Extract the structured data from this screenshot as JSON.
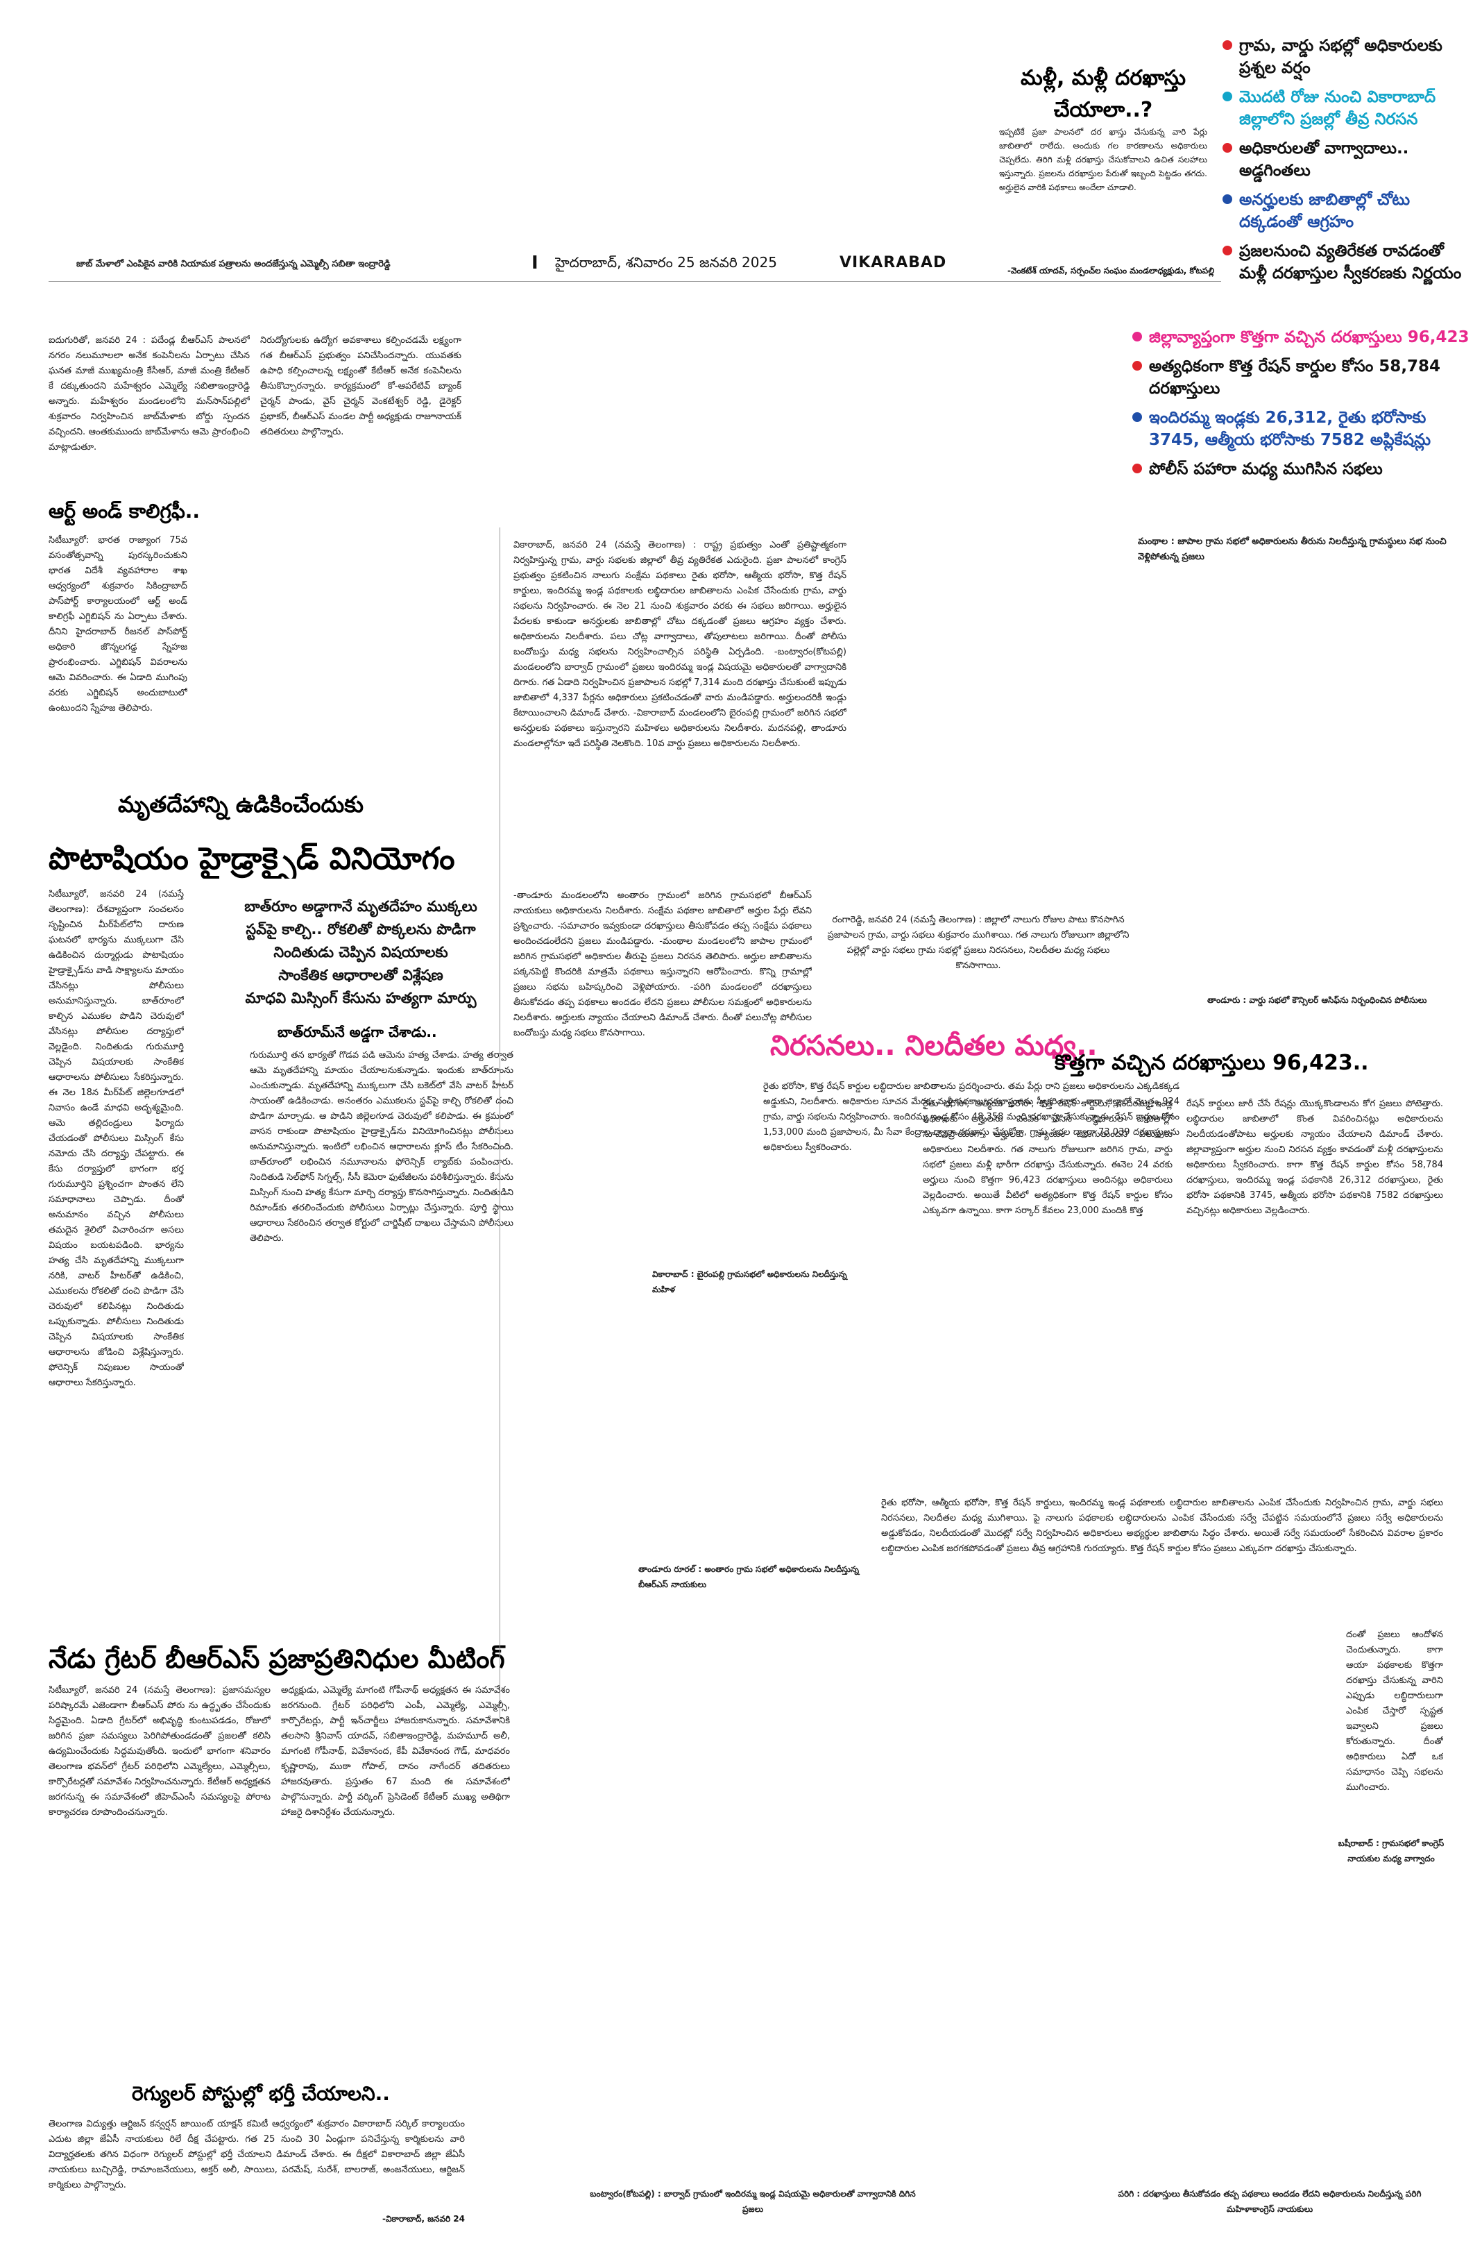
{
  "masthead": {
    "folio_mark": "I",
    "dateline": "హైదరాబాద్, శనివారం 25 జనవరి 2025",
    "edition": "VIKARABAD",
    "top_left_caption": "జాబ్ మేళాలో ఎంపికైన వారికి నియామక పత్రాలను అందజేస్తున్న ఎమ్మెల్సీ సబితా ఇంద్రారెడ్డి"
  },
  "top_story": {
    "headline": "మళ్లీ, మళ్లీ దరఖాస్తు చేయాలా..?",
    "body": "ఇప్పటికే ప్రజా పాలనలో దర ఖాస్తు చేసుకున్న వారి పేర్లు జాబితాలో రాలేదు. అందుకు గల కారణాలను అధికారులు చెప్పలేదు. తిరిగి మళ్లీ దరఖాస్తు చేసుకోవాలని ఉచిత సలహాలు ఇస్తున్నారు. ప్రజలను దరఖాస్తుల పేరుతో ఇబ్బంది పెట్టడం తగదు. అర్హులైన వారికి పథకాలు అందేలా చూడాలి.",
    "byline": "-వెంకటేశ్ యాదవ్, సర్పంచ్‌ల సంఘం మండలాధ్యక్షుడు, కోటపల్లి"
  },
  "highlights": [
    {
      "text": "గ్రామ, వార్డు సభల్లో అధికారులకు ప్రశ్నల వర్షం",
      "color": "black"
    },
    {
      "text": "మొదటి రోజు నుంచి వికారాబాద్ జిల్లాలోని ప్రజల్లో తీవ్ర నిరసన",
      "color": "cyan"
    },
    {
      "text": "అధికారులతో వాగ్వాదాలు.. అడ్డగింతలు",
      "color": "black"
    },
    {
      "text": "అనర్హులకు జాబితాల్లో చోటు దక్కడంతో ఆగ్రహం",
      "color": "blue"
    },
    {
      "text": "ప్రజలనుంచి వ్యతిరేకత రావడంతో మళ్లీ దరఖాస్తుల స్వీకరణకు నిర్ణయం",
      "color": "black"
    },
    {
      "text": "జిల్లావ్యాప్తంగా కొత్తగా వచ్చిన దరఖాస్తులు 96,423",
      "color": "pink"
    },
    {
      "text": "అత్యధికంగా కొత్త రేషన్ కార్డుల కోసం 58,784 దరఖాస్తులు",
      "color": "black"
    },
    {
      "text": "ఇందిరమ్మ ఇండ్లకు 26,312, రైతు భరోసాకు 3745, ఆత్మీయ భరోసాకు 7582 అప్లికేషన్లు",
      "color": "blue"
    },
    {
      "text": "పోలీస్ పహారా మధ్య ముగిసిన సభలు",
      "color": "black"
    }
  ],
  "right_photo_caption": "మంథాల : జాపాల గ్రామ సభలో అధికారులను తీరును నిలదీస్తున్న గ్రామస్థులు సభ నుంచి వెళ్లిపోతున్న ప్రజలు",
  "left_intro": {
    "col1": "ఐదుగురితో, జనవరి 24 : పదేండ్ల బీఆర్ఎస్ పాలనలో నగరం నలుమూలలా అనేక కంపెనీలను ఏర్పాటు చేసిన ఘనత మాజీ ముఖ్యమంత్రి కేసీఆర్, మాజీ మంత్రి కేటీఆర్ కే దక్కుతుందని మహేశ్వరం ఎమ్మెల్యే సబితాఇంద్రారెడ్డి అన్నారు. మహేశ్వరం మండలంలోని మన్‌సాన్‌పల్లిలో శుక్రవారం నిర్వహించిన జాబ్‌మేళాకు బోర్డు స్పందన వచ్చిందని. ఆంతకుముందు జాబ్‌మేళాను ఆమె ప్రారంభించి మాట్లాడుతూ.",
    "col2": "నిరుద్యోగులకు ఉద్యోగ అవకాశాలు కల్పించడమే లక్ష్యంగా గత బీఆర్ఎస్ ప్రభుత్వం పనిచేసిందన్నారు. యువతకు ఉపాధి కల్పించాలన్న లక్ష్యంతో కేటీఆర్ అనేక కంపెనీలను తీసుకొచ్చారన్నారు. కార్యక్రమంలో కో-ఆపరేటివ్ బ్యాంక్ చైర్మన్ పాండు, వైస్ చైర్మన్ వెంకటేశ్వర్ రెడ్డి, డైరెక్టర్ ప్రభాకర్, బీఆర్ఎస్ మండల పార్టీ అధ్యక్షుడు రాజూనాయక్ తదితరులు పాల్గొన్నారు."
  },
  "art_story": {
    "headline": "ఆర్ట్ అండ్ కాలిగ్రఫీ..",
    "body": "సిటీబ్యూరో: భారత రాజ్యాంగ 75వ వసంతోత్సవాన్ని పురస్కరించుకుని భారత విదేశీ వ్యవహారాల శాఖ ఆధ్వర్యంలో శుక్రవారం సికింద్రాబాద్ పాస్‌పోర్ట్ కార్యాలయంలో ఆర్ట్ అండ్ కాలిగ్రఫీ ఎగ్జిబిషన్ ను ఏర్పాటు చేశారు. దీనిని హైదరాబాద్ రీజనల్ పాస్‌పోర్ట్ అధికారి జొన్నలగడ్డ స్నేహజ ప్రారంభించారు. ఎగ్జిబిషన్ వివరాలను ఆమె వివరించారు. ఈ ఏడాది ముగింపు వరకు ఎగ్జిబిషన్ అందుబాటులో ఉంటుందని స్నేహజ తెలిపారు."
  },
  "potassium_story": {
    "kicker": "మృతదేహాన్ని ఉడికించేందుకు",
    "headline": "పొటాషియం హైడ్రాక్సైడ్ వినియోగం",
    "deck": [
      "బాత్‌రూం అడ్డాగానే మృతదేహం ముక్కలు",
      "స్టవ్‌పై కాల్చి.. రోకలితో పొక్కలను పొడిగా",
      "నిందితుడు చెప్పిన విషయాలకు",
      "సాంకేతిక ఆధారాలతో విశ్లేషణ",
      "మాధవి మిస్సింగ్ కేసును హత్యగా మార్పు"
    ],
    "subhead": "బాత్‌రూమ్‌నే అడ్డగా చేశాడు..",
    "body_col1": "సిటీబ్యూరో, జనవరి 24 (నమస్తే తెలంగాణ): దేశవ్యాప్తంగా సంచలనం సృష్టించిన మీర్‌పేట్‌లోని దారుణ ఘటనలో భార్యను ముక్కలుగా చేసి ఉడికించిన దుర్మార్గుడు పొటాషియం హైడ్రాక్సైడ్‌ను వాడి సాక్ష్యాలను మాయం చేసినట్లు పోలీసులు అనుమానిస్తున్నారు. బాత్‌రూంలో కాల్చిన ఎముకల పొడిని చెరువులో వేసినట్లు పోలీసుల దర్యాప్తులో వెల్లడైంది. నిందితుడు గురుమూర్తి చెప్పిన విషయాలకు సాంకేతిక ఆధారాలను పోలీసులు సేకరిస్తున్నారు. ఈ నెల 18న మీర్‌పేట్ జిల్లెలగూడలో నివాసం ఉండే మాధవి అదృశ్యమైంది. ఆమె తల్లిదండ్రులు ఫిర్యాదు చేయడంతో పోలీసులు మిస్సింగ్ కేసు నమోదు చేసి దర్యాప్తు చేపట్టారు. ఈ కేసు దర్యాప్తులో భాగంగా భర్త గురుమూర్తిని ప్రశ్నించగా పొంతన లేని సమాధానాలు చెప్పాడు. దీంతో అనుమానం వచ్చిన పోలీసులు తమదైన శైలిలో విచారించగా అసలు విషయం బయటపడింది. భార్యను హత్య చేసి మృతదేహాన్ని ముక్కలుగా నరికి, వాటర్ హీటర్‌తో ఉడికించి, ఎముకలను రోకలితో దంచి పొడిగా చేసి చెరువులో కలిపినట్లు నిందితుడు ఒప్పుకున్నాడు. పోలీసులు నిందితుడు చెప్పిన విషయాలకు సాంకేతిక ఆధారాలను జోడించి విశ్లేషిస్తున్నారు. ఫోరెన్సిక్ నిపుణుల సాయంతో ఆధారాలు సేకరిస్తున్నారు.",
    "body_col2": "గురుమూర్తి తన భార్యతో గొడవ పడి ఆమెను హత్య చేశాడు. హత్య తర్వాత ఆమె మృతదేహాన్ని మాయం చేయాలనుకున్నాడు. ఇందుకు బాత్‌రూంను ఎంచుకున్నాడు. మృతదేహాన్ని ముక్కలుగా చేసి బకెట్‌లో వేసి వాటర్ హీటర్ సాయంతో ఉడికించాడు. అనంతరం ఎముకలను స్టవ్‌పై కాల్చి రోకలితో దంచి పొడిగా మార్చాడు. ఆ పొడిని జిల్లెలగూడ చెరువులో కలిపాడు. ఈ క్రమంలో వాసన రాకుండా పొటాషియం హైడ్రాక్సైడ్‌ను వినియోగించినట్లు పోలీసులు అనుమానిస్తున్నారు. ఇంటిలో లభించిన ఆధారాలను క్లూస్ టీం సేకరించింది. బాత్‌రూంలో లభించిన నమూనాలను ఫోరెన్సిక్ ల్యాబ్‌కు పంపించారు. నిందితుడి సెల్‌ఫోన్ సిగ్నల్స్, సీసీ కెమెరా ఫుటేజీలను పరిశీలిస్తున్నారు. కేసును మిస్సింగ్ నుంచి హత్య కేసుగా మార్చి దర్యాప్తు కొనసాగిస్తున్నారు. నిందితుడిని రిమాండ్‌కు తరలించేందుకు పోలీసులు ఏర్పాట్లు చేస్తున్నారు. పూర్తి స్థాయి ఆధారాలు సేకరించిన తర్వాత కోర్టులో చార్జిషీట్ దాఖలు చేస్తామని పోలీసులు తెలిపారు."
  },
  "brs_meeting": {
    "headline": "నేడు గ్రేటర్ బీఆర్ఎస్ ప్రజాప్రతినిధుల మీటింగ్",
    "body_col1": "సిటీబ్యూరో, జనవరి 24 (నమస్తే తెలంగాణ): ప్రజాసమస్యల పరిష్కారమే ఎజెండాగా బీఆర్ఎస్ పోరు ను ఉద్ధృతం చేసేందుకు సిద్ధమైంది. ఏడాది గ్రేటర్‌లో అభివృద్ధి కుంటుపడడం, రోజులో జరిగిన ప్రజా సమస్యలు పెరిగిపోతుండడంతో ప్రజలతో కలిసి ఉద్యమించేందుకు సిద్ధమవుతోంది. ఇందులో భాగంగా శనివారం తెలంగాణ భవన్‌లో గ్రేటర్ పరిధిలోని ఎమ్మెల్యేలు, ఎమ్మెల్సీలు, కార్పొరేటర్లతో సమావేశం నిర్వహించనున్నారు. కేటీఆర్ అధ్యక్షతన జరగనున్న ఈ సమావేశంలో జీహెచ్ఎంసీ సమస్యలపై పోరాట కార్యాచరణ రూపొందించనున్నారు.",
    "body_col2": "అధ్యక్షుడు, ఎమ్మెల్యే మాగంటి గోపీనాథ్ అధ్యక్షతన ఈ సమావేశం జరగనుంది. గ్రేటర్ పరిధిలోని ఎంపీ, ఎమ్మెల్యే, ఎమ్మెల్సీ, కార్పొరేటర్లు, పార్టీ ఇన్‌చార్జీలు హాజరుకానున్నారు. సమావేశానికి తలసాని శ్రీనివాస్ యాదవ్, సబితాఇంద్రారెడ్డి, మహమూద్ అలీ, మాగంటి గోపీనాథ్, వివేకానంద, కేపీ వివేకానంద గౌడ్, మాధవరం కృష్ణారావు, ముఠా గోపాల్, దానం నాగేందర్ తదితరులు హాజరవుతారు. ప్రస్తుతం 67 మంది ఈ సమావేశంలో పాల్గొనున్నారు. పార్టీ వర్కింగ్ ప్రెసిడెంట్ కేటీఆర్ ముఖ్య అతిథిగా హాజరై దిశానిర్దేశం చేయనున్నారు."
  },
  "center_story": {
    "col1": "వికారాబాద్, జనవరి 24 (నమస్తే తెలంగాణ) : రాష్ట్ర ప్రభుత్వం ఎంతో ప్రతిష్టాత్మకంగా నిర్వహిస్తున్న గ్రామ, వార్డు సభలకు జిల్లాలో తీవ్ర వ్యతిరేకత ఎదురైంది. ప్రజా పాలనలో కాంగ్రెస్ ప్రభుత్వం ప్రకటించిన నాలుగు సంక్షేమ పథకాలు రైతు భరోసా, ఆత్మీయ భరోసా, కొత్త రేషన్ కార్డులు, ఇందిరమ్మ ఇండ్ల పథకాలకు లబ్ధిదారుల జాబితాలను ఎంపిక చేసేందుకు గ్రామ, వార్డు సభలను నిర్వహించారు. ఈ నెల 21 నుంచి శుక్రవారం వరకు ఈ సభలు జరిగాయి. అర్హులైన పేదలకు కాకుండా అనర్హులకు జాబితాల్లో చోటు దక్కడంతో ప్రజలు ఆగ్రహం వ్యక్తం చేశారు. అధికారులను నిలదీశారు. పలు చోట్ల వాగ్వాదాలు, తోపులాటలు జరిగాయి. దీంతో పోలీసు బందోబస్తు మధ్య సభలను నిర్వహించాల్సిన పరిస్థితి ఏర్పడింది. -బంట్వారం(కోటపల్లి) మండలంలోని బార్వాద్ గ్రామంలో ప్రజలు ఇందిరమ్మ ఇండ్ల విషయమై అధికారులతో వాగ్వాదానికి దిగారు. గత ఏడాది నిర్వహించిన ప్రజాపాలన సభల్లో 7,314 మంది దరఖాస్తు చేసుకుంటే ఇప్పుడు జాబితాలో 4,337 పేర్లను అధికారులు ప్రకటించడంతో వారు మండిపడ్డారు. అర్హులందరికీ ఇండ్లు కేటాయించాలని డిమాండ్ చేశారు. -వికారాబాద్ మండలంలోని బైరంపల్లి గ్రామంలో జరిగిన సభలో అనర్హులకు పథకాలు ఇస్తున్నారని మహిళలు అధికారులను నిలదీశారు. మదనపల్లి, తాండూరు మండలాల్లోనూ ఇదే పరిస్థితి నెలకొంది. 10వ వార్డు ప్రజలు అధికారులను నిలదీశారు.",
    "col2": "-తాండూరు మండలంలోని అంతారం గ్రామంలో జరిగిన గ్రామసభలో బీఆర్ఎస్ నాయకులు అధికారులను నిలదీశారు. సంక్షేమ పథకాల జాబితాలో అర్హుల పేర్లు లేవని ప్రశ్నించారు. -సమాచారం ఇవ్వకుండా దరఖాస్తులు తీసుకోవడం తప్ప సంక్షేమ పథకాలు అందించడంలేదని ప్రజలు మండిపడ్డారు. -మంథాల మండలంలోని జాపాల గ్రామంలో జరిగిన గ్రామసభలో అధికారుల తీరుపై ప్రజలు నిరసన తెలిపారు. అర్హుల జాబితాలను పక్కనపెట్టి కొందరికి మాత్రమే పథకాలు ఇస్తున్నారని ఆరోపించారు. కొన్ని గ్రామాల్లో ప్రజలు సభను బహిష్కరించి వెళ్లిపోయారు. -పరిగి మండలంలో దరఖాస్తులు తీసుకోవడం తప్ప పథకాలు అందడం లేదని ప్రజలు పోలీసుల సమక్షంలో అధికారులను నిలదీశారు. అర్హులకు న్యాయం చేయాలని డిమాండ్ చేశారు. దీంతో పలుచోట్ల పోలీసుల బందోబస్తు మధ్య సభలు కొనసాగాయి."
  },
  "center_captions": {
    "left": "వికారాబాద్ : బైరంపల్లి గ్రామసభలో అధికారులను నిలదీస్తున్న మహిళ",
    "mid": "తాండూరు రూరల్ : అంతారం గ్రామ సభలో అధికారులను నిలదీస్తున్న బీఆర్ఎస్ నాయకులు",
    "right": "తాండూరు : వార్డు సభలో కౌన్సిలర్ ఆసిఫ్‌ను నిర్బంధించిన పోలీసులు"
  },
  "protest_story": {
    "intro": "రంగారెడ్డి, జనవరి 24 (నమస్తే తెలంగాణ) : జిల్లాలో నాలుగు రోజుల పాటు కొనసాగిన ప్రజాపాలన గ్రామ, వార్డు సభలు శుక్రవారం ముగిశాయి. గత నాలుగు రోజులుగా జిల్లాలోని పల్లెల్లో వార్డు సభలు గ్రామ సభల్లో ప్రజలు నిరసనలు, నిలదీతల మధ్య సభలు కొనసాగాయి.",
    "headline": "నిరసనలు.. నిలదీతల మధ్య..",
    "body": "రైతు భరోసా, కొత్త రేషన్ కార్డుల లబ్ధిదారుల జాబితాలను ప్రదర్శించారు. తమ పేర్లు రాని ప్రజలు అధికారులను ఎక్కడికక్కడ అడ్డుకుని, నిలదీశారు. అధికారుల సూచన మేరకు మళ్లీ పథకాల దరఖాస్తులను స్వీకరించారు. కాగా జిల్లాలో మొత్తం 924 గ్రామ, వార్డు సభలను నిర్వహించారు. ఇందిరమ్మ ఇండ్ల కోసం 48,358 మంది దరఖాస్తు చేసుకున్నారు. రేషన్ కార్డుల కోసం 1,53,000 మంది ప్రజాపాలన, మీ సేవా కేంద్రాల ద్వారా దరఖాస్తు చేసుకోగా, గ్రామ సభల ద్వారా 73,039 దరఖాస్తులను అధికారులు స్వీకరించారు."
  },
  "new_applications": {
    "headline": "కొత్తగా వచ్చిన దరఖాస్తులు 96,423..",
    "col1": "రైతు భరోసా, ఆత్మీయ భరోసా, కొత్త రేషన్ కార్డులు, ఇందిరమ్మ ఇండ్ల పథకాలకు అర్హులను ఎంపిక చేసిన లబ్ధిదారుల జాబితాల్లో సూచనప్రాయంగా ఆర్హులకు న్యాయం జరుగుతుందని పలువురు అధికారులు నిలదీశారు. గత నాలుగు రోజులుగా జరిగిన గ్రామ, వార్డు సభలో ప్రజలు మళ్లీ భారీగా దరఖాస్తు చేసుకున్నారు. ఈనెల 24 వరకు అర్హులు నుంచి కొత్తగా 96,423 దరఖాస్తులు అందినట్లు అధికారులు వెల్లడించారు. అయితే వీటిలో అత్యధికంగా కొత్త రేషన్ కార్డుల కోసం ఎక్కువగా ఉన్నాయి. కాగా సర్కార్ కేవలం 23,000 మందికి కొత్త",
    "col2": "రేషన్ కార్డులు జారీ చేసే రేషన్లు యొక్కకొండాలను కోగ ప్రజలు పోటెత్తారు. లబ్ధిదారుల జాబితాలో కొంత వివరించినట్లు అధికారులను నిలదీయడంతోపాటు అర్హులకు న్యాయం చేయాలని డిమాండ్ చేశారు. జిల్లావ్యాప్తంగా అర్హుల నుంచి నిరసన వ్యక్తం కావడంతో మళ్లీ దరఖాస్తులను అధికారులు స్వీకరించారు. కాగా కొత్త రేషన్ కార్డుల కోసం 58,784 దరఖాస్తులు, ఇందిరమ్మ ఇండ్ల పథకానికి 26,312 దరఖాస్తులు, రైతు భరోసా పథకానికి 3745, ఆత్మీయ భరోసా పథకానికి 7582 దరఖాస్తులు వచ్చినట్లు అధికారులు వెల్లడించారు."
  },
  "lower_right": {
    "wide": "రైతు భరోసా, ఆత్మీయ భరోసా, కొత్త రేషన్ కార్డులు, ఇందిరమ్మ ఇండ్ల పథకాలకు లబ్ధిదారుల జాబితాలను ఎంపిక చేసేందుకు నిర్వహించిన గ్రామ, వార్డు సభలు నిరసనలు, నిలదీతల మధ్య ముగిశాయి. పై నాలుగు పథకాలకు లబ్ధిదారులను ఎంపిక చేసేందుకు సర్వే చేపట్టిన సమయంలోనే ప్రజలు సర్వే అధికారులను అడ్డుకోవడం, నిలదీయడంతో మొదట్లో సర్వే నిర్వహించిన అధికారులు అభ్యర్థుల జాబితాను సిద్ధం చేశారు. అయితే సర్వే సమయంలో సేకరించిన వివరాల ప్రకారం లబ్ధిదారుల ఎంపిక జరగకపోవడంతో ప్రజలు తీవ్ర ఆగ్రహానికి గురయ్యారు. కొత్త రేషన్ కార్డుల కోసం ప్రజలు ఎక్కువగా దరఖాస్తు చేసుకున్నారు.",
    "narrow": "దంతో ప్రజలు ఆందోళన చెందుతున్నారు. కాగా ఆయా పథకాలకు కొత్తగా దరఖాస్తు చేసుకున్న వారిని ఎప్పుడు లబ్ధిదారులుగా ఎంపిక చేస్తారో స్పష్టత ఇవ్వాలని ప్రజలు కోరుతున్నారు. దీంతో అధికారులు ఏదో ఒక సమాధానం చెప్పి సభలను ముగించారు.",
    "caption": "బషీరాబాద్ : గ్రామసభలో కాంగ్రెస్ నాయకుల మధ్య వాగ్వాదం"
  },
  "regular_posts": {
    "headline": "రెగ్యులర్ పోస్టుల్లో భర్తీ చేయాలని..",
    "body": "తెలంగాణ విద్యుత్తు ఆర్టిజన్ కన్వర్షన్ జాయింట్ యాక్షన్ కమిటీ ఆధ్వర్యంలో శుక్రవారం వికారాబాద్ సర్కిల్ కార్యాలయం ఎదుట జిల్లా జేఏసీ నాయకులు రిలే దీక్ష చేపట్టారు. గత 25 నుంచి 30 ఏండ్లుగా పనిచేస్తున్న కార్మికులను వారి విద్యార్హతలకు తగిన విధంగా రెగ్యులర్ పోస్టుల్లో భర్తీ చేయాలని డిమాండ్ చేశారు. ఈ దీక్షలో వికారాబాద్ జిల్లా జేఏసీ నాయకులు బుచ్చిరెడ్డి, రామాంజనేయులు, అక్తర్ అలీ, సాయిలు, పరమేష్, సురేశ్, బాలరాజ్, అంజనేయులు, ఆర్టిజన్ కార్మికులు పాల్గొన్నారు.",
    "dateline": "-వికారాబాద్, జనవరి 24"
  },
  "bottom_captions": {
    "mid": "బంట్వారం(కోటపల్లి) : బార్వాద్ గ్రామంలో ఇందిరమ్మ ఇండ్ల విషయమై అధికారులతో వాగ్వాదానికి దిగిన ప్రజలు",
    "right": "పరిగి : దరఖాస్తులు తీసుకోవడం తప్ప పథకాలు అందడం లేదని అధికారులను నిలదీస్తున్న పరిగి మహిళాకాంగ్రెస్ నాయకులు"
  }
}
